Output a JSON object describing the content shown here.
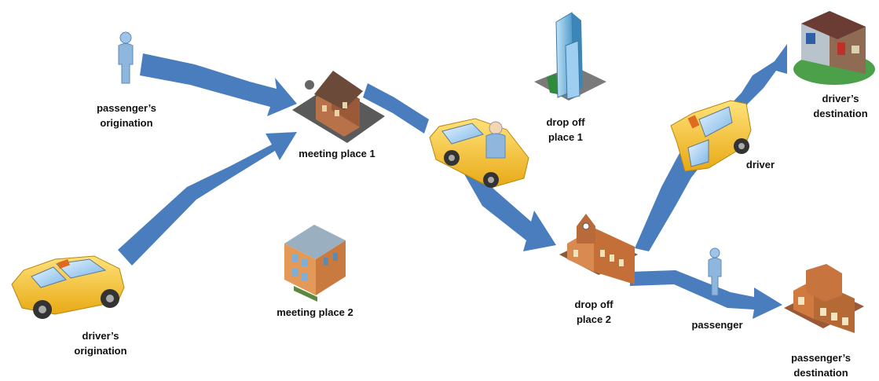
{
  "colors": {
    "arrow": "#4a7dbd",
    "taxi": "#f5c52a",
    "person": "#8fb7dd",
    "brick": "#c8743e"
  },
  "labels": {
    "passenger_origination": [
      "passenger’s",
      "origination"
    ],
    "meeting_place_1": [
      "meeting place 1"
    ],
    "drop_off_place_1": [
      "drop off",
      "place 1"
    ],
    "driver_destination": [
      "driver’s",
      "destination"
    ],
    "driver": [
      "driver"
    ],
    "driver_origination": [
      "driver’s",
      "origination"
    ],
    "meeting_place_2": [
      "meeting place 2"
    ],
    "drop_off_place_2": [
      "drop off",
      "place 2"
    ],
    "passenger": [
      "passenger"
    ],
    "passenger_destination": [
      "passenger’s",
      "destination"
    ]
  },
  "icons": [
    "person-icon",
    "taxi-icon",
    "building-icon",
    "skyscraper-icon",
    "house-icon"
  ]
}
